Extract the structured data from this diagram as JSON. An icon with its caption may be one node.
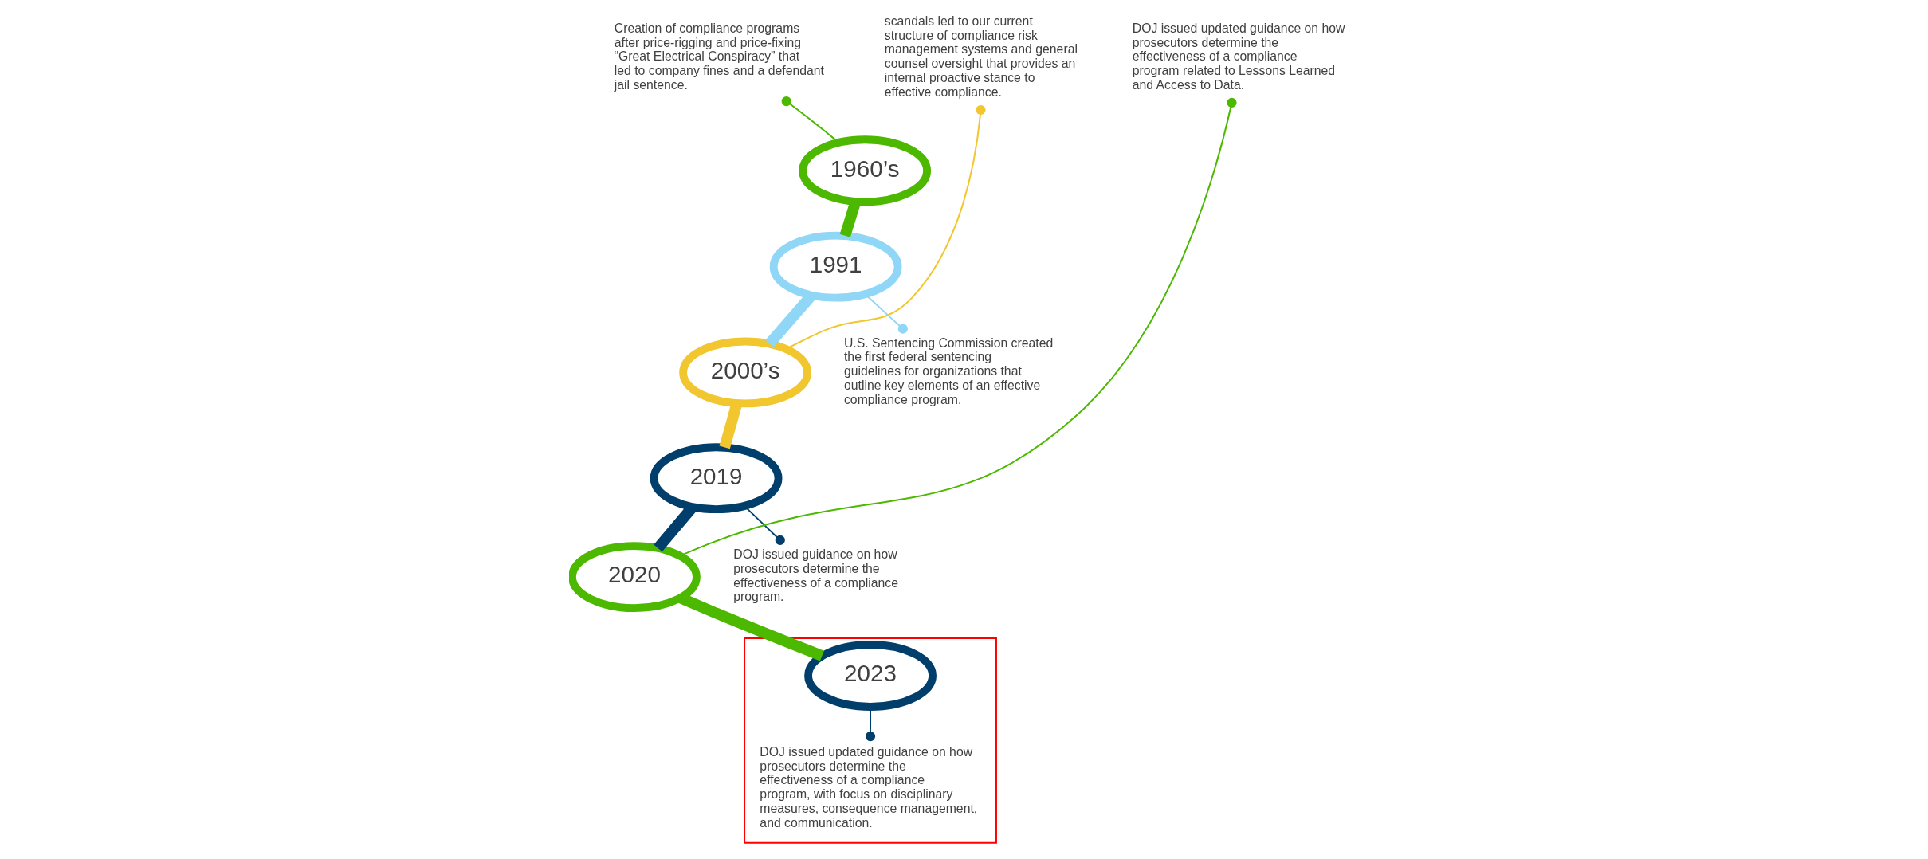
{
  "diagram": {
    "nodes": [
      {
        "text": [],
        "shape": "box"
      },
      {
        "text": [
          "1960’s"
        ]
      },
      {
        "text": [
          "1991"
        ]
      },
      {
        "text": [
          "2000’s"
        ]
      },
      {
        "text": [
          "2019"
        ]
      },
      {
        "text": [
          "2020"
        ]
      },
      {
        "text": [
          "2023"
        ],
        "in": 0
      },
      {
        "text": [
          "Creation of compliance programs after price-rigging and price-fixing “Great Electrical Conspiracy” that led to company fines and a defendant jail sentence."
        ]
      },
      {
        "text": [
          "U.S. Sentencing Commission created the first federal sentencing guidelines for organizations that outline key elements of an effective compliance program."
        ]
      },
      {
        "text": [
          "scandals led to our current structure of compliance risk management systems and general counsel oversight that provides an internal proactive stance to effective compliance."
        ]
      },
      {
        "text": [
          "DOJ issued guidance on how prosecutors determine the effectiveness of a compliance program."
        ]
      },
      {
        "text": [
          "DOJ issued updated guidance on how prosecutors determine the effectiveness of a compliance program related to Lessons Learned and Access to Data."
        ]
      },
      {
        "text": [
          "DOJ issued updated guidance on how prosecutors determine the effectiveness of a compliance program, with focus on disciplinary measures, consequence management, and communication."
        ],
        "in": 0
      }
    ],
    "edges": [
      {
        "from": 1,
        "to": 2,
        "arrow": "none",
        "style": "thick",
        "color": "#4cb800"
      },
      {
        "from": 2,
        "to": 3,
        "arrow": "none",
        "style": "thick",
        "color": "#8fd6f7"
      },
      {
        "from": 3,
        "to": 4,
        "arrow": "none",
        "style": "thick",
        "color": "#f2c62f"
      },
      {
        "from": 4,
        "to": 5,
        "arrow": "none",
        "style": "thick",
        "color": "#003f6b"
      },
      {
        "from": 5,
        "to": 6,
        "arrow": "none",
        "style": "thick",
        "color": "#4cb800"
      },
      {
        "from": 1,
        "to": 7,
        "arrow": "other",
        "color": "#4cb800"
      },
      {
        "from": 2,
        "to": 8,
        "arrow": "other",
        "color": "#8fd6f7"
      },
      {
        "from": 3,
        "to": 9,
        "arrow": "other",
        "color": "#f2c62f"
      },
      {
        "from": 4,
        "to": 10,
        "arrow": "other",
        "color": "#003f6b"
      },
      {
        "from": 5,
        "to": 11,
        "arrow": "other",
        "color": "#4cb800"
      },
      {
        "from": 6,
        "to": 12,
        "arrow": "other",
        "color": "#003f6b"
      }
    ]
  }
}
